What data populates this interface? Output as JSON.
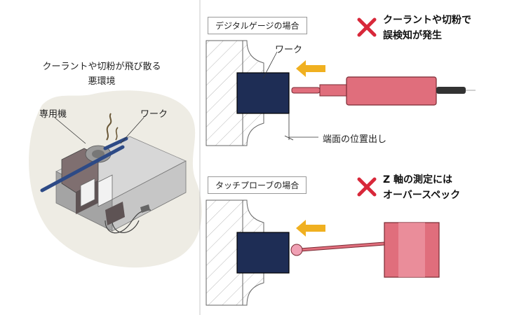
{
  "left_panel": {
    "environment_label_line1": "クーラントや切粉が飛び散る",
    "environment_label_line2": "悪環境",
    "machine_label": "専用機",
    "work_label": "ワーク"
  },
  "digital_gauge": {
    "title": "デジタルゲージの場合",
    "work_label": "ワーク",
    "position_label": "端面の位置出し",
    "warning_line1": "クーラントや切粉で",
    "warning_line2": "誤検知が発生"
  },
  "touch_probe": {
    "title": "タッチプローブの場合",
    "warning_line1": "Z 軸の測定には",
    "warning_line2": "オーバースペック"
  },
  "icons": [
    "red-x-icon",
    "yellow-arrow-icon"
  ],
  "colors": {
    "work_navy": "#1e2d55",
    "gauge_pink": "#e06e7c",
    "arrow_yellow": "#f0b020",
    "cross_red": "#d8283a",
    "blob_bg": "#eeece4"
  }
}
